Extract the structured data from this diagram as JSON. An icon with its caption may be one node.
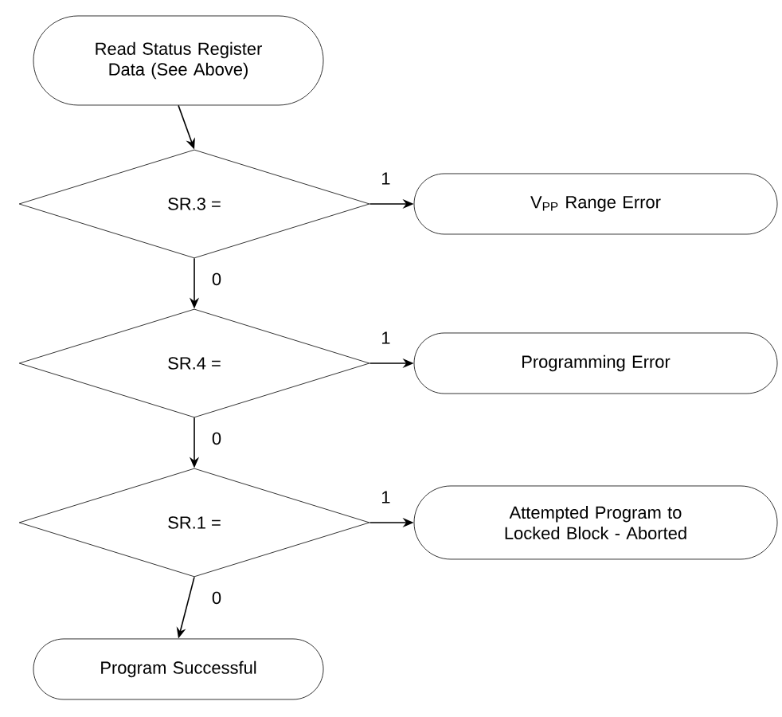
{
  "diagram": {
    "nodes": [
      {
        "text": [
          "Read Status Register Data (See Above)"
        ]
      },
      {
        "text": [
          "SR.3 ="
        ]
      },
      {
        "text": [
          "V$_{PP}$ Range Error"
        ]
      },
      {
        "text": [
          "SR.4 ="
        ]
      },
      {
        "text": [
          "Programming Error"
        ]
      },
      {
        "text": [
          "SR.1 ="
        ]
      },
      {
        "text": [
          "Attempted Program to Locked Block - Aborted"
        ]
      },
      {
        "text": [
          "Program Successful"
        ]
      }
    ],
    "edges": [
      {
        "from": 0,
        "to": 1,
        "arrow": "to"
      },
      {
        "from": 1,
        "to": 2,
        "arrow": "to",
        "label": "1"
      },
      {
        "from": 1,
        "to": 3,
        "arrow": "to",
        "label": "0"
      },
      {
        "from": 3,
        "to": 4,
        "arrow": "to",
        "label": "1"
      },
      {
        "from": 3,
        "to": 5,
        "arrow": "to",
        "label": "0"
      },
      {
        "from": 5,
        "to": 6,
        "arrow": "to",
        "label": "1"
      },
      {
        "from": 5,
        "to": 7,
        "arrow": "to",
        "label": "0"
      }
    ]
  }
}
